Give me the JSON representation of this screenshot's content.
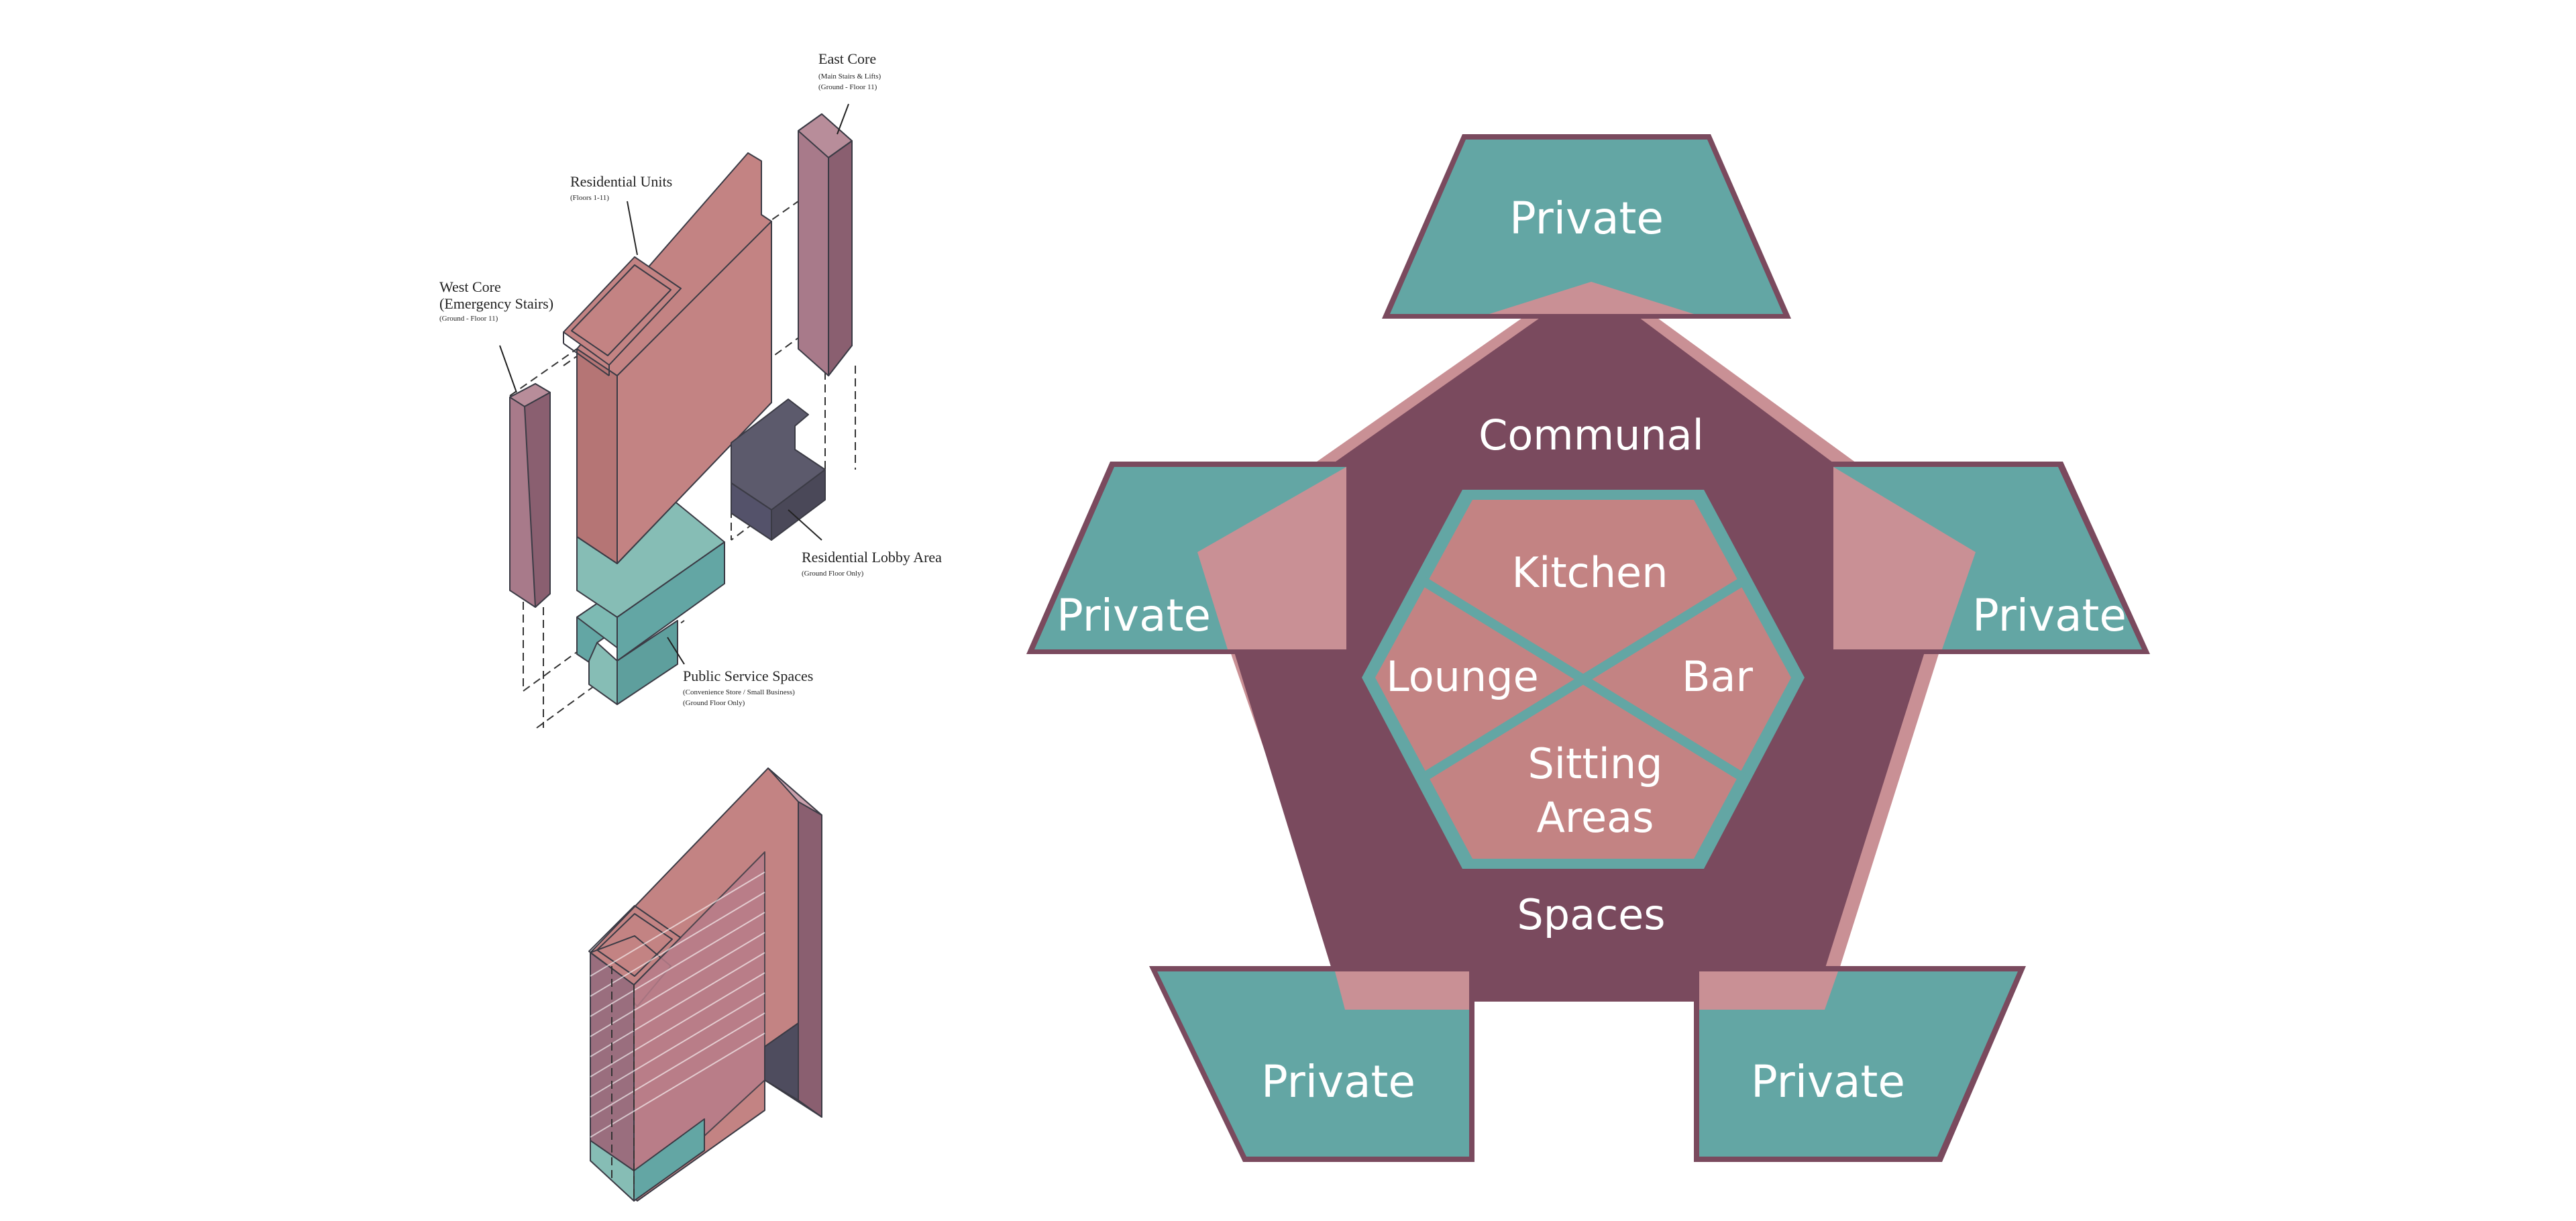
{
  "colors": {
    "rose": "#c38383",
    "mauve": "#9a6e7e",
    "plum": "#7a4a5e",
    "teal": "#63a6a4",
    "teal_light": "#86bdb5",
    "slate": "#5c5a6c",
    "pink_outline": "#c99095"
  },
  "exploded_axonometric": {
    "labels": [
      {
        "id": "east-core",
        "title": "East Core",
        "lines": [
          "(Main Stairs & Lifts)",
          "(Ground - Floor 11)"
        ]
      },
      {
        "id": "residential-units",
        "title": "Residential Units",
        "lines": [
          "(Floors 1-11)"
        ]
      },
      {
        "id": "west-core",
        "title": "West Core",
        "lines": [
          "(Emergency Stairs)",
          "(Ground - Floor 11)"
        ]
      },
      {
        "id": "residential-lobby",
        "title": "Residential Lobby Area",
        "lines": [
          "(Ground Floor Only)"
        ]
      },
      {
        "id": "public-service",
        "title": "Public Service Spaces",
        "lines": [
          "(Convenience Store / Small Business)",
          "(Ground Floor Only)"
        ]
      }
    ]
  },
  "bubble_diagram": {
    "outer_label_top": "Communal",
    "outer_label_bottom": "Spaces",
    "inner_zones": [
      {
        "id": "kitchen",
        "label": "Kitchen"
      },
      {
        "id": "lounge",
        "label": "Lounge"
      },
      {
        "id": "bar",
        "label": "Bar"
      },
      {
        "id": "sitting-areas",
        "label_line1": "Sitting",
        "label_line2": "Areas"
      }
    ],
    "private_label": "Private",
    "private_spaces": [
      "top",
      "left",
      "right",
      "bottom-left",
      "bottom-right"
    ]
  }
}
